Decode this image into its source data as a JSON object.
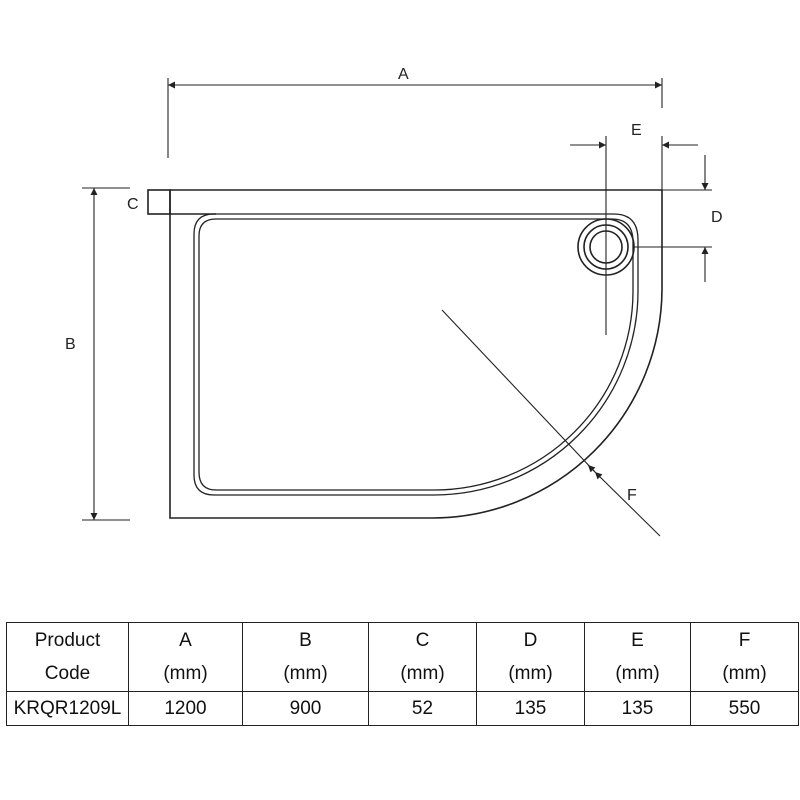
{
  "diagram": {
    "labels": {
      "a": "A",
      "b": "B",
      "c": "C",
      "d": "D",
      "e": "E",
      "f": "F"
    }
  },
  "table": {
    "headers": [
      {
        "line1": "Product",
        "line2": "Code"
      },
      {
        "line1": "A",
        "line2": "(mm)"
      },
      {
        "line1": "B",
        "line2": "(mm)"
      },
      {
        "line1": "C",
        "line2": "(mm)"
      },
      {
        "line1": "D",
        "line2": "(mm)"
      },
      {
        "line1": "E",
        "line2": "(mm)"
      },
      {
        "line1": "F",
        "line2": "(mm)"
      }
    ],
    "row": [
      "KRQR1209L",
      "1200",
      "900",
      "52",
      "135",
      "135",
      "550"
    ]
  },
  "colors": {
    "line": "#222222",
    "background": "#ffffff"
  }
}
